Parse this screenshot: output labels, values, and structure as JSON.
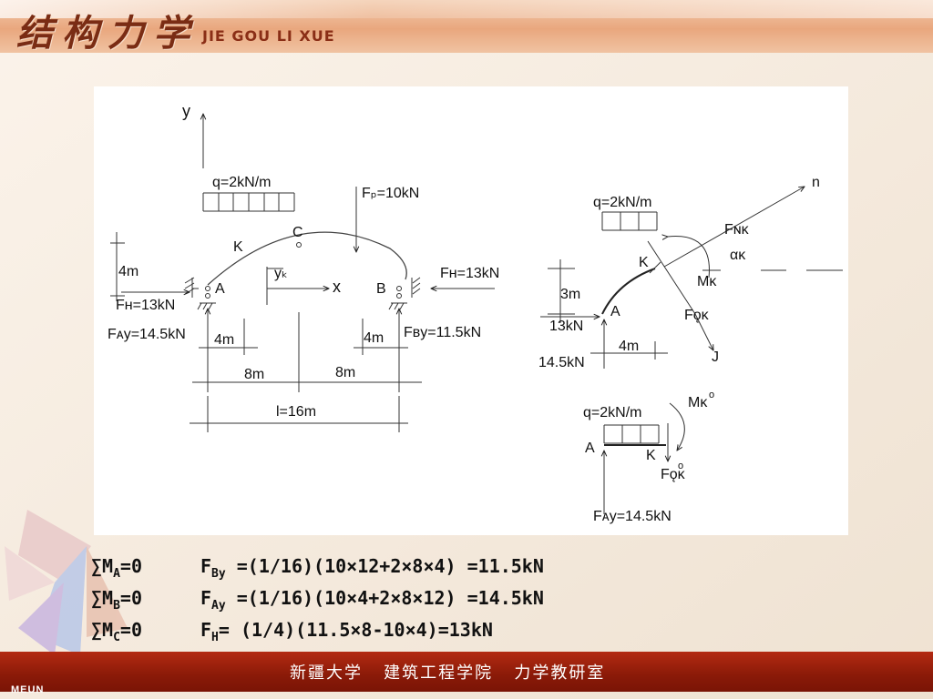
{
  "header": {
    "title_cn": "结构力学",
    "title_pinyin": "JIE GOU LI XUE"
  },
  "diagram": {
    "main_arch": {
      "axis_y": "y",
      "axis_x": "x",
      "load_q": "q=2kN/m",
      "load_fp": "Fₚ=10kN",
      "point_c": "C",
      "point_k": "K",
      "point_a": "A",
      "point_b": "B",
      "yk": "yₖ",
      "dim_4m_rise": "4m",
      "fh_left": "Fʜ=13kN",
      "fh_right": "Fʜ=13kN",
      "fay": "Fᴀy=14.5kN",
      "fby": "Fʙy=11.5kN",
      "dim_4m_a": "4m",
      "dim_4m_b": "4m",
      "dim_8m_left": "8m",
      "dim_8m_right": "8m",
      "span": "l=16m"
    },
    "free_body_k": {
      "load_q": "q=2kN/m",
      "point_k": "K",
      "point_a": "A",
      "axis_n": "n",
      "fnk": "Fɴᴋ",
      "alpha_k": "αᴋ",
      "mk": "Mᴋ",
      "fqk": "Fǫᴋ",
      "point_j": "J",
      "dim_3m": "3m",
      "fh": "13kN",
      "dim_4m": "4m",
      "fay": "14.5kN"
    },
    "beam_k": {
      "load_q": "q=2kN/m",
      "mk0": "Mᴋ",
      "mk0_sup": "o",
      "point_a": "A",
      "point_k": "K",
      "fqk0": "Fǫᴋ",
      "fqk0_sup": "o",
      "fay": "Fᴀy=14.5kN"
    }
  },
  "equations": [
    {
      "lhs_pre": "∑M",
      "lhs_sub": "A",
      "lhs_post": "=0",
      "rhs_pre": "F",
      "rhs_sub": "By",
      "rhs_post": " =(1/16)(10×12+2×8×4) =11.5kN"
    },
    {
      "lhs_pre": "∑M",
      "lhs_sub": "B",
      "lhs_post": "=0",
      "rhs_pre": "F",
      "rhs_sub": "Ay",
      "rhs_post": " =(1/16)(10×4+2×8×12) =14.5kN"
    },
    {
      "lhs_pre": "∑M",
      "lhs_sub": "C",
      "lhs_post": "=0",
      "rhs_pre": "F",
      "rhs_sub": "H",
      "rhs_post": "= (1/4)(11.5×8-10×4)=13kN"
    }
  ],
  "footer": {
    "text": "新疆大学   建筑工程学院   力学教研室",
    "menu": "MEUN"
  }
}
